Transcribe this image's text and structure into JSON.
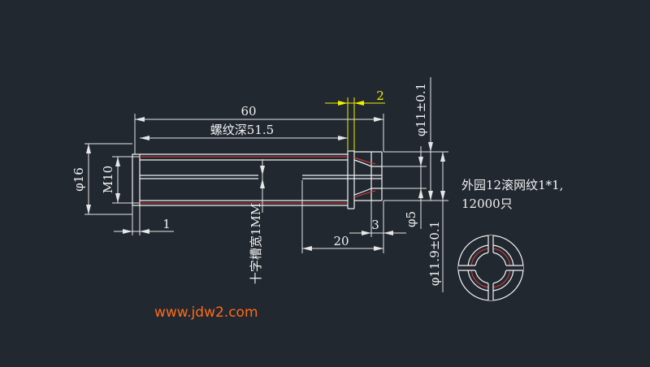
{
  "dimensions": {
    "overall_length": "60",
    "thread_depth": "螺纹深51.5",
    "slot_width_small": "2",
    "dia_outer": "φ16",
    "thread_size": "M10",
    "flange_width": "1",
    "cross_slot": "十字槽宽1MM",
    "length_20": "20",
    "length_3": "3",
    "dia_5": "φ5",
    "dia_11": "φ11±0.1",
    "dia_11_9": "φ11.9±0.1"
  },
  "notes": {
    "knurl_line1": "外园12滚网纹1*1,",
    "knurl_line2": "12000只"
  },
  "watermark": "www.jdw2.com",
  "colors": {
    "background": "#212830",
    "lines": "#f2f2f2",
    "thread": "#e23a3a",
    "highlight": "#f0f000",
    "watermark": "#ff6a1a"
  }
}
